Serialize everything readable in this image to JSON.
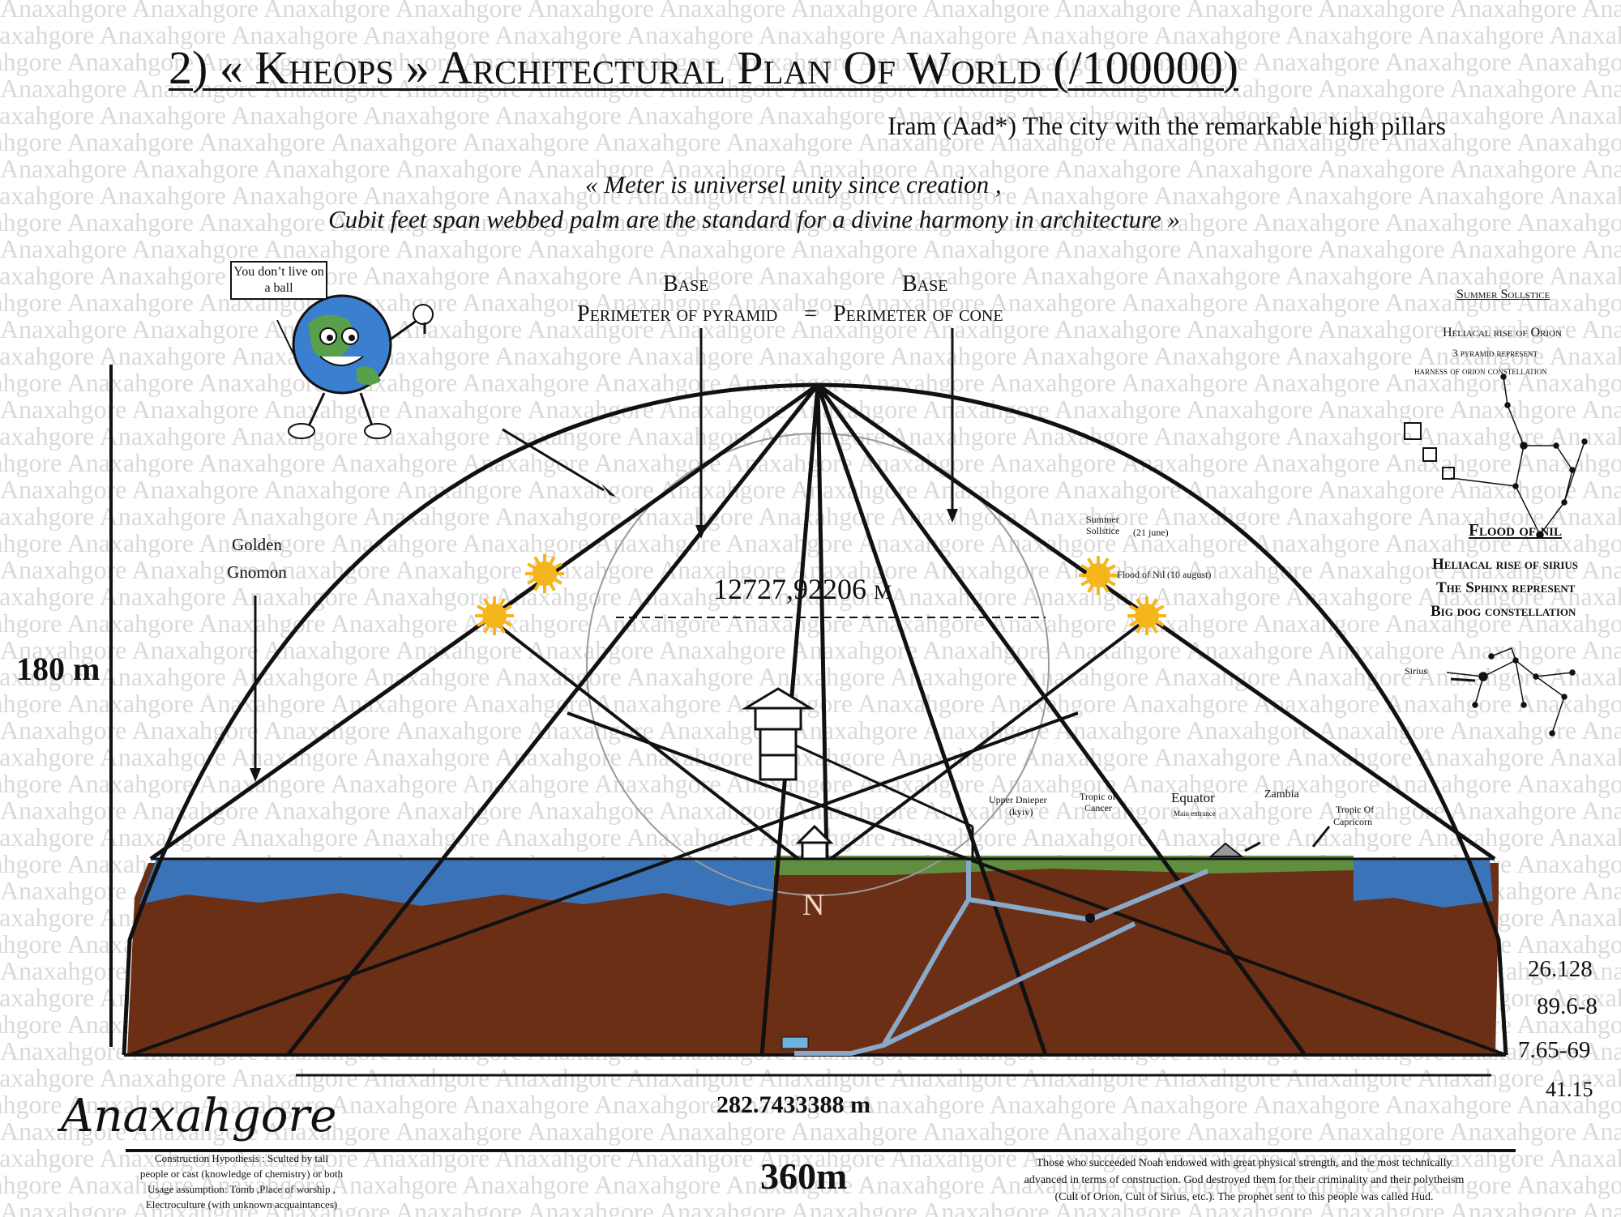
{
  "title": "2) « Kheops » Architectural Plan Of World (/100000)",
  "subtitle": "Iram (Aad*) The city with the remarkable high pillars",
  "quote": {
    "line1": "« Meter is universel unity since creation ,",
    "line2": "Cubit feet span webbed palm are the standard  for a divine harmony in architecture »"
  },
  "watermark_text": "Anaxahgore",
  "speech_bubble": "You don’t live on a ball",
  "base_left": {
    "word": "Base",
    "label": "Perimeter of pyramid"
  },
  "equals": "=",
  "base_right": {
    "word": "Base",
    "label": "Perimeter of cone"
  },
  "golden_gnomon": "Golden Gnomon",
  "height_label": "180 m",
  "center_measure": "12727,92206 m",
  "summer_solstice_label": "Summer Sollstice",
  "summer_solstice_date": "(21 june)",
  "flood_label": "Flood of Nil",
  "flood_date": "(10 august)",
  "north": "N",
  "map_labels": {
    "upper_dnieper": "Upper Dnieper",
    "kyiv": "(kyiv)",
    "tropic_cancer_1": "Tropic of",
    "tropic_cancer_2": "Cancer",
    "equator": "Equator",
    "main_entrance": "Main entrance",
    "zambia": "Zambia",
    "tropic_capricorn_1": "Tropic Of",
    "tropic_capricorn_2": "Capricorn"
  },
  "right_panel": {
    "summer_heading": "Summer Sollstice",
    "orion_line1": "Heliacal rise of Orion",
    "orion_line2": "3 pyramid represent",
    "orion_line3": "harness of orion constellation",
    "flood_heading": "Flood of nil",
    "sirius_line1": "Heliacal rise of sirius",
    "sirius_line2": "The Sphinx represent",
    "sirius_line3": "Big dog constellation",
    "sirius_star": "Sirius"
  },
  "angles": [
    "26.128",
    "89.6-8",
    "7.65-69",
    "41.15"
  ],
  "base_measure": "282.7433388 m",
  "width_label": "360m",
  "brand": "Anaxahgore",
  "construction_note": {
    "line1": "Construction Hypothesis : Sculted by tall",
    "line2": "people or cast (knowledge of chemistry) or both",
    "line3": "Usage assumption: Tomb ,Place of worship ,",
    "line4": "Electroculture (with unknown acquaintances)"
  },
  "noah_note": {
    "line1": "Those who succeeded Noah endowed with great physical strength, and the most technically",
    "line2": "advanced in terms of construction. God destroyed them for their criminality and their polytheism",
    "line3": "(Cult of Orion, Cult of Sirius, etc.). The prophet sent to this people was called Hud."
  },
  "colors": {
    "earth": "#6b2f16",
    "sea": "#3a73b8",
    "land_green": "#5f8f3e",
    "sun": "#f4b61c",
    "ink": "#111111"
  }
}
